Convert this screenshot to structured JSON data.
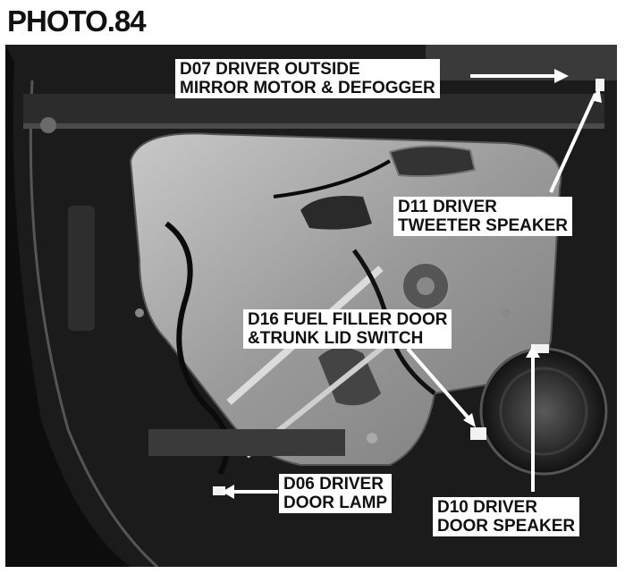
{
  "title": "PHOTO.84",
  "callouts": {
    "d07": {
      "line1": "D07 DRIVER OUTSIDE",
      "line2": "MIRROR MOTOR & DEFOGGER"
    },
    "d11": {
      "line1": "D11 DRIVER",
      "line2": "TWEETER SPEAKER"
    },
    "d16": {
      "line1": "D16 FUEL FILLER DOOR",
      "line2": "&TRUNK LID SWITCH"
    },
    "d06": {
      "line1": "D06 DRIVER",
      "line2": "DOOR LAMP"
    },
    "d10": {
      "line1": "D10 DRIVER",
      "line2": "DOOR SPEAKER"
    }
  },
  "colors": {
    "background": "#ffffff",
    "photo_dark": "#1a1a1a",
    "panel_metal": "#a8a8a8",
    "label_bg": "#ffffff",
    "text": "#111111"
  }
}
